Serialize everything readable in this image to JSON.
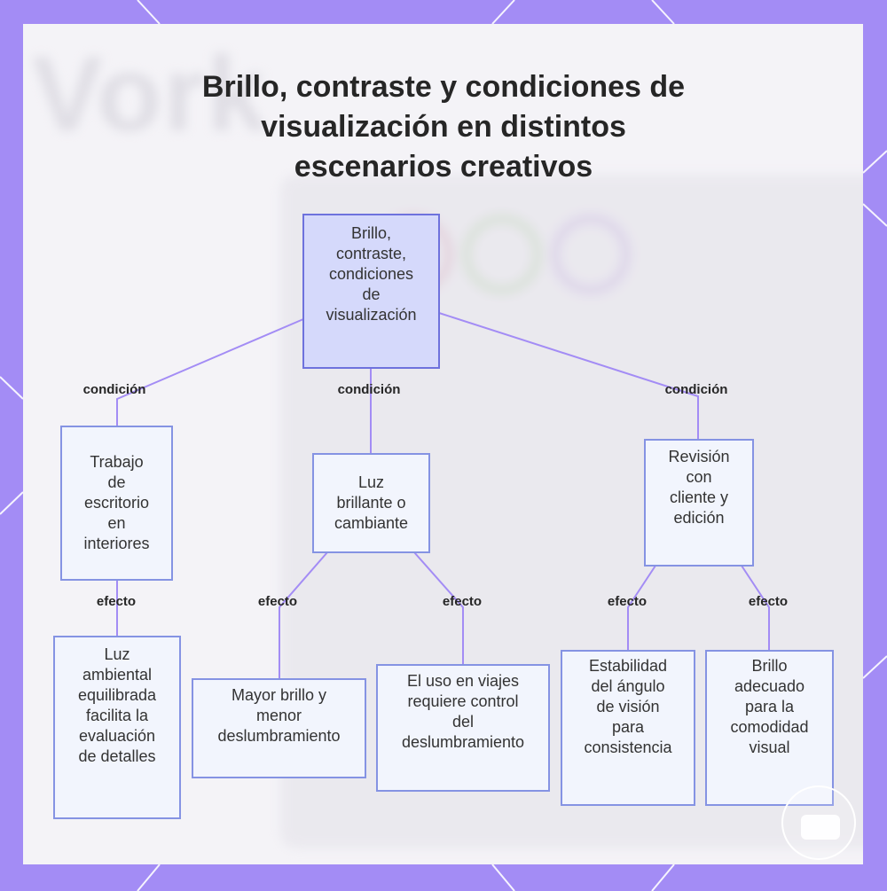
{
  "title": "Brillo, contraste y condiciones de\nvisualización en distintos\nescenarios creativos",
  "colors": {
    "frame": "#a38cf5",
    "card": "#f4f3f7",
    "node_fill": "#f2f5fd",
    "node_border": "#8593e3",
    "root_fill": "#d5d9fb",
    "connector": "#a38cf5"
  },
  "nodes": {
    "root": "Brillo,\ncontraste,\ncondiciones\nde\nvisualización",
    "indoor": "Trabajo\nde\nescritorio\nen\ninteriores",
    "bright": "Luz\nbrillante o\ncambiante",
    "client": "Revisión\ncon\ncliente y\nedición",
    "ambient": "Luz\nambiental\nequilibrada\nfacilita la\nevaluación\nde detalles",
    "more_bright": "Mayor brillo y\nmenor\ndeslumbramiento",
    "travel": "El uso en viajes\nrequiere control\ndel\ndeslumbramiento",
    "angle": "Estabilidad\ndel ángulo\nde visión\npara\nconsistencia",
    "comfort": "Brillo\nadecuado\npara la\ncomodidad\nvisual"
  },
  "edge_labels": {
    "cond_1": "condición",
    "cond_2": "condición",
    "cond_3": "condición",
    "eff_1": "efecto",
    "eff_2": "efecto",
    "eff_3": "efecto",
    "eff_4": "efecto",
    "eff_5": "efecto"
  },
  "background_watermark": "Vork",
  "icons": {
    "chat": "chat-bubble-icon"
  }
}
